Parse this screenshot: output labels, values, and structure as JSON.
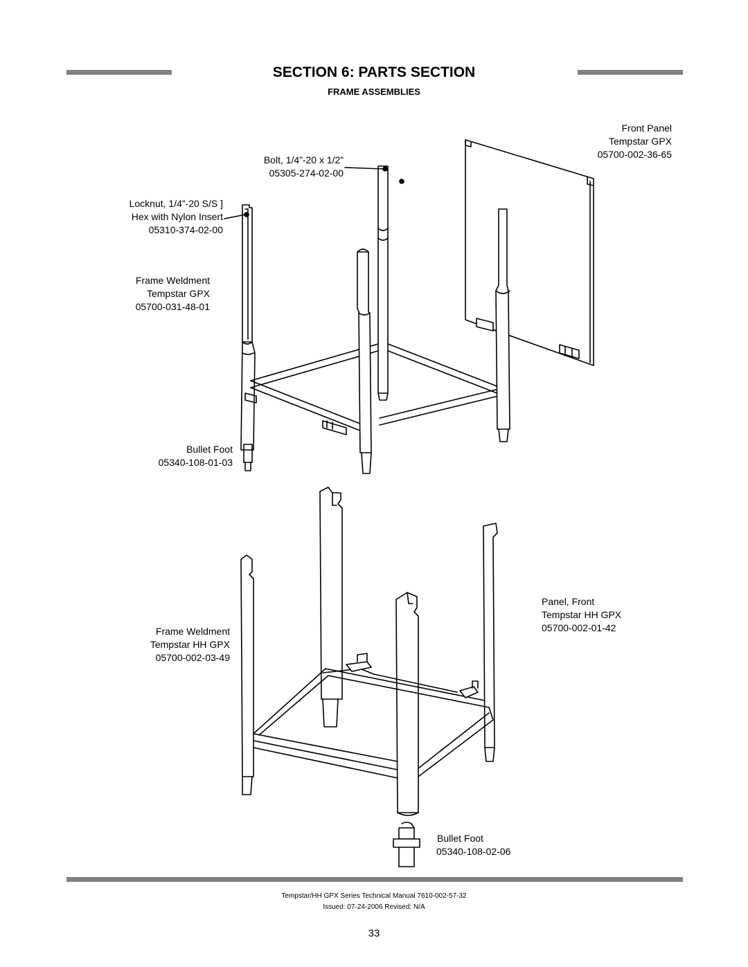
{
  "header": {
    "title": "SECTION 6: PARTS SECTION",
    "subtitle": "FRAME ASSEMBLIES"
  },
  "labels": {
    "front_panel": [
      "Front Panel",
      "Tempstar GPX",
      "05700-002-36-65"
    ],
    "bolt": [
      "Bolt, 1/4”-20 x 1/2”",
      "05305-274-02-00"
    ],
    "locknut": [
      "Locknut, 1/4”-20 S/S ]",
      "Hex with Nylon Insert",
      "05310-374-02-00"
    ],
    "frame_gpx": [
      "Frame Weldment",
      "Tempstar GPX",
      "05700-031-48-01"
    ],
    "bullet_foot_1": [
      "Bullet Foot",
      "05340-108-01-03"
    ],
    "panel_hh": [
      "Panel, Front",
      "Tempstar HH GPX",
      "05700-002-01-42"
    ],
    "frame_hh": [
      "Frame Weldment",
      "Tempstar HH GPX",
      "05700-002-03-49"
    ],
    "bullet_foot_2": [
      "Bullet Foot",
      "05340-108-02-06"
    ]
  },
  "footer": {
    "manual": "Tempstar/HH GPX Series Technical Manual 7610-002-57-32",
    "issued": "Issued: 07-24-2006  Revised: N/A",
    "page_number": "33"
  }
}
